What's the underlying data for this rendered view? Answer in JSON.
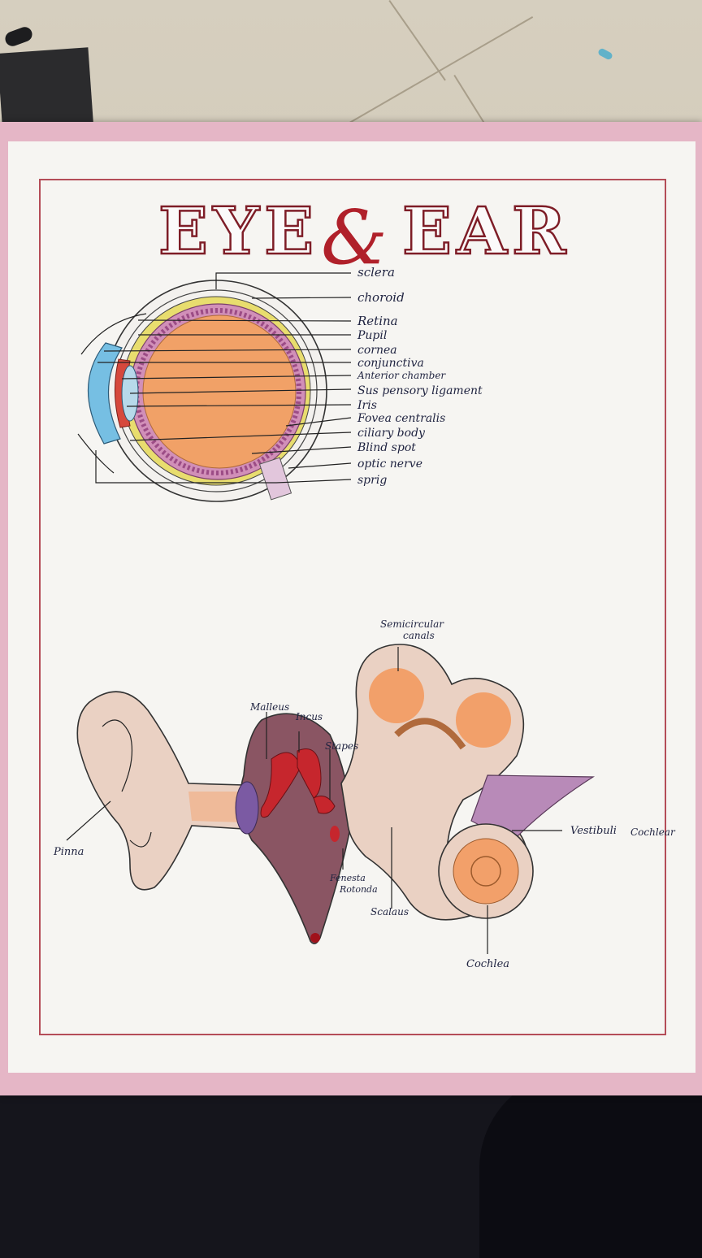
{
  "title": {
    "left": "EYE",
    "amp": "&",
    "right": "EAR"
  },
  "eye": {
    "labels": [
      "sclera",
      "choroid",
      "Retina",
      "Pupil",
      "cornea",
      "conjunctiva",
      "Anterior chamber",
      "Sus pensory ligament",
      "Iris",
      "Fovea centralis",
      "ciliary body",
      "Blind spot",
      "optic nerve",
      "sprig"
    ]
  },
  "ear": {
    "labels": {
      "semicircular": "Semicircular",
      "canals": "canals",
      "malleus": "Malleus",
      "incus": "Incus",
      "stapes": "Stapes",
      "pinna": "Pinna",
      "vestibuli": "Vestibuli",
      "cochlear": "Cochlear",
      "fenesta": "Fenesta",
      "rotonda": "Rotonda",
      "scalaus": "Scalaus",
      "cochlea": "Cochlea"
    }
  },
  "colors": {
    "title_outline": "#7e1d27",
    "ampersand": "#b0202a",
    "border": "#b44d58",
    "sheet_edge": "#e5b6c6",
    "lens_fill": "#f1a167",
    "choroid": "#d18fb8",
    "sclera_yellow": "#e8dd6e",
    "cornea_blue": "#76bfe3",
    "iris_red": "#d6483c",
    "ear_skin": "#ead1c3",
    "middle_ear": "#8a5563",
    "ossicle_red": "#c6262d",
    "cochlea_orange": "#f2a06a",
    "vestibule_purple": "#b88ab8"
  }
}
